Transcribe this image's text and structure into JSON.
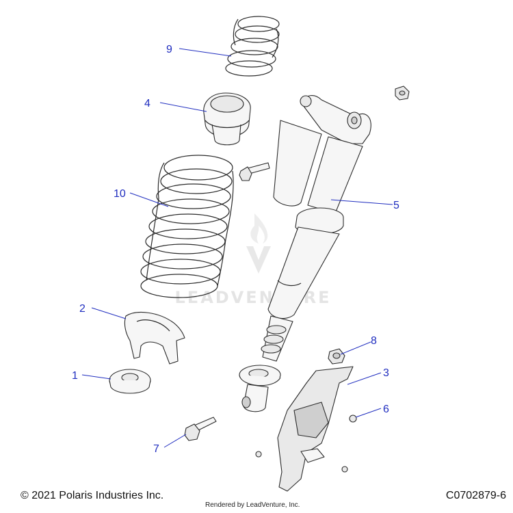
{
  "callouts": [
    {
      "id": "1",
      "label": "1"
    },
    {
      "id": "2",
      "label": "2"
    },
    {
      "id": "3",
      "label": "3"
    },
    {
      "id": "4",
      "label": "4"
    },
    {
      "id": "5",
      "label": "5"
    },
    {
      "id": "6",
      "label": "6"
    },
    {
      "id": "7",
      "label": "7"
    },
    {
      "id": "8",
      "label": "8"
    },
    {
      "id": "9",
      "label": "9"
    },
    {
      "id": "10",
      "label": "10"
    }
  ],
  "watermark": "LEADVENTURE",
  "footer": {
    "copyright": "© 2021 Polaris Industries Inc.",
    "rendered_by": "Rendered by LeadVenture, Inc.",
    "drawing_id": "C0702879-6"
  },
  "colors": {
    "callout": "#1f2dbf",
    "outline": "#2a2a2a",
    "watermark": "#e2e2e2"
  }
}
